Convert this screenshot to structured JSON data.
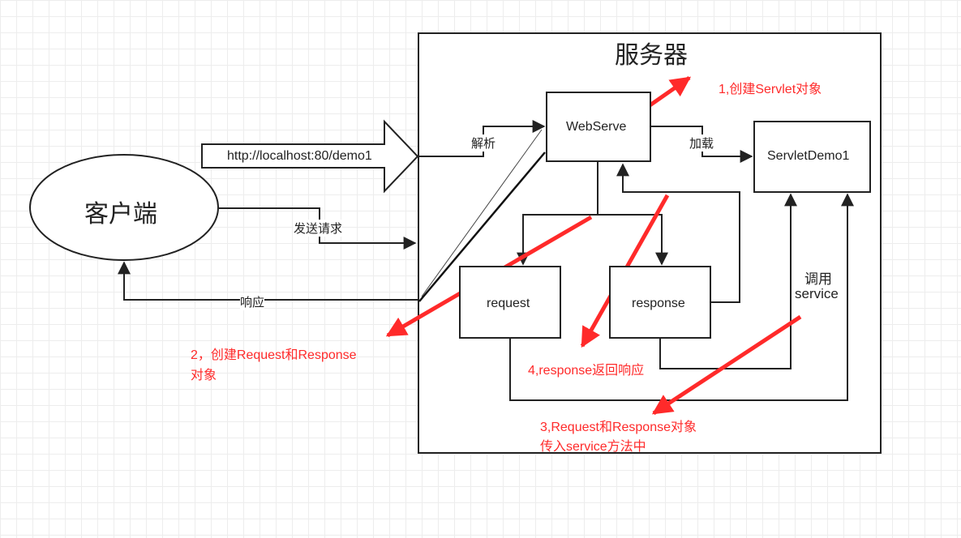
{
  "server": {
    "title": "服务器"
  },
  "client": {
    "label": "客户端"
  },
  "nodes": {
    "webserve": "WebServe",
    "servlet_demo": "ServletDemo1",
    "request": "request",
    "response": "response"
  },
  "labels": {
    "url": "http://localhost:80/demo1",
    "send_request": "发送请求",
    "response_back": "响应",
    "parse": "解析",
    "load": "加载",
    "call_1": "调用",
    "call_2": "service"
  },
  "steps": {
    "step1": "1,创建Servlet对象",
    "step2_line1": "2，创建Request和Response",
    "step2_line2": "对象",
    "step3_line1": "3,Request和Response对象",
    "step3_line2": "传入service方法中",
    "step4": "4,response返回响应"
  },
  "colors": {
    "annotation": "#ff2a2a",
    "line": "#222222"
  }
}
